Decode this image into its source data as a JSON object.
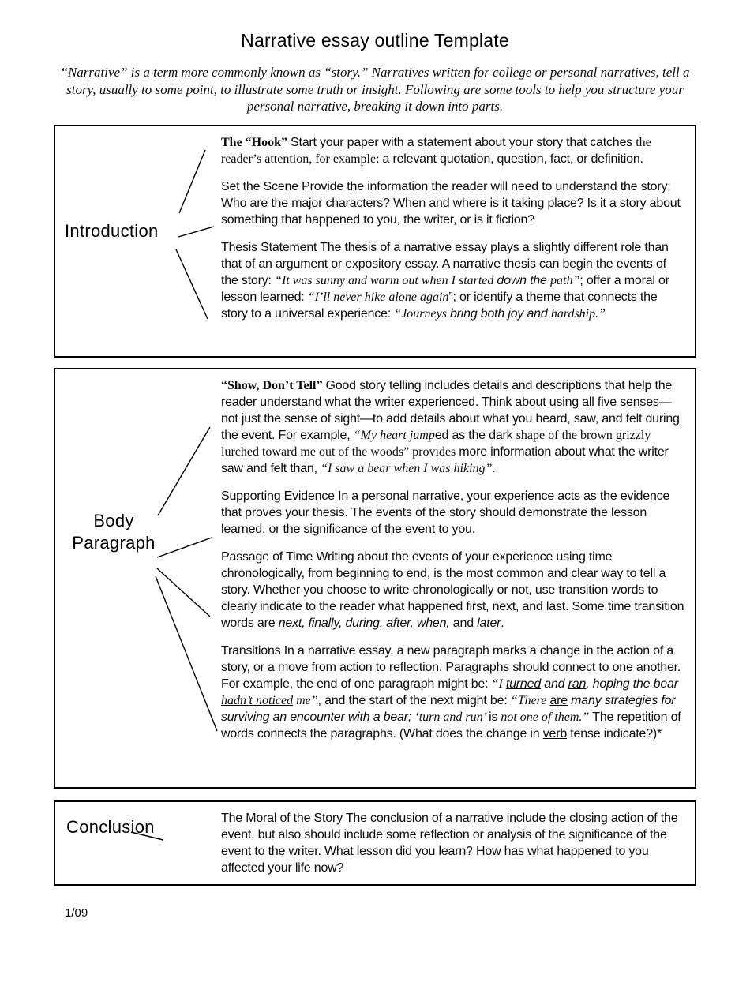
{
  "page": {
    "title": "Narrative essay outline Template",
    "intro": "“Narrative” is a term more commonly known as “story.” Narratives written for college or personal narratives, tell a story, usually to some point, to illustrate some truth or insight. Following are some tools to help you structure your personal narrative, breaking it down into parts.",
    "footer": "1/09"
  },
  "sections": [
    {
      "label": "Introduction",
      "paragraphs": [
        {
          "segments": [
            {
              "t": "The “Hook” ",
              "s": "b-serif"
            },
            {
              "t": "Start your paper with a statement about your story that catches ",
              "s": "sans"
            },
            {
              "t": "the reader’s attention, for example: ",
              "s": "serif"
            },
            {
              "t": "a relevant quotation, question, fact, or definition.",
              "s": "sans"
            }
          ]
        },
        {
          "segments": [
            {
              "t": "Set the Scene Provide the information the reader will need to understand the story: Who are the major characters? When and where is it taking place? Is it a story about something that happened to you, the writer, or is it fiction?",
              "s": "sans"
            }
          ]
        },
        {
          "segments": [
            {
              "t": "Thesis Statement  The thesis of a narrative essay plays a slightly different role than that of an argument or expository essay. A narrative thesis can begin the events of the story: ",
              "s": "sans"
            },
            {
              "t": "“It was sunny and warm out when I started ",
              "s": "i-serif"
            },
            {
              "t": "down the ",
              "s": "i-sans"
            },
            {
              "t": "path”",
              "s": "i-serif"
            },
            {
              "t": "; offer a moral or lesson learned: ",
              "s": "sans"
            },
            {
              "t": "“I’ll never hike alone again",
              "s": "i-serif"
            },
            {
              "t": "”; or identify a theme that connects the story to a universal experience: ",
              "s": "sans"
            },
            {
              "t": "“Journeys ",
              "s": "i-serif"
            },
            {
              "t": "bring both joy and ",
              "s": "i-sans"
            },
            {
              "t": "hardship.”",
              "s": "i-serif"
            }
          ]
        }
      ]
    },
    {
      "label": "Body Paragraph",
      "paragraphs": [
        {
          "segments": [
            {
              "t": "“Show, Don’t Tell” ",
              "s": "b-serif"
            },
            {
              "t": "Good story telling includes details and descriptions that help the reader understand what the writer experienced. Think about using all five senses—not just the sense of sight—to add details about what you heard, saw, and felt during the event. For example, ",
              "s": "sans"
            },
            {
              "t": "“My heart jump",
              "s": "i-serif"
            },
            {
              "t": "ed as the dark ",
              "s": "sans"
            },
            {
              "t": "shape of the brown grizzly lurched toward me out of the woods” provides ",
              "s": "serif"
            },
            {
              "t": "more information about what the writer saw and felt than, ",
              "s": "sans"
            },
            {
              "t": "“I saw a bear when I was hiking”",
              "s": "i-serif"
            },
            {
              "t": ".",
              "s": "sans"
            }
          ]
        },
        {
          "segments": [
            {
              "t": "Supporting Evidence In a personal narrative, your experience acts as the evidence that proves your thesis. The events of the story should demonstrate the lesson learned, or the significance of the event to you.",
              "s": "sans"
            }
          ]
        },
        {
          "segments": [
            {
              "t": "Passage of Time Writing about the events of your experience using time chronologically, from beginning to end, is the most common and clear way to tell a story. Whether you choose to write chronologically or not, use transition words to clearly indicate to the reader what happened first, next, and last. Some time transition words are ",
              "s": "sans"
            },
            {
              "t": "next, finally, during, after, when,",
              "s": "i-sans"
            },
            {
              "t": " and ",
              "s": "sans"
            },
            {
              "t": "later",
              "s": "i-sans"
            },
            {
              "t": ".",
              "s": "sans"
            }
          ]
        },
        {
          "segments": [
            {
              "t": "Transitions In a narrative essay, a new paragraph marks a change in the action of a story, or a move from action to reflection. Paragraphs should connect to one another. For example, the end of one paragraph might be: ",
              "s": "sans"
            },
            {
              "t": "“I ",
              "s": "i-serif"
            },
            {
              "t": "turned",
              "s": "iu-sans"
            },
            {
              "t": " and ",
              "s": "i-sans"
            },
            {
              "t": "ran",
              "s": "iu-sans"
            },
            {
              "t": ", hoping the bear ",
              "s": "i-sans"
            },
            {
              "t": "hadn’t noticed",
              "s": "iu-serif"
            },
            {
              "t": " me”",
              "s": "i-serif"
            },
            {
              "t": ", and the start of the next might be: ",
              "s": "sans"
            },
            {
              "t": "“There ",
              "s": "i-serif"
            },
            {
              "t": "are",
              "s": "u-sans"
            },
            {
              "t": " many strategies for surviving an encounter with a bear; ",
              "s": "i-sans"
            },
            {
              "t": "‘turn and run’ ",
              "s": "i-serif"
            },
            {
              "t": "is",
              "s": "u-sans"
            },
            {
              "t": " not one of them.”",
              "s": "i-serif"
            },
            {
              "t": " The repetition of words connects the paragraphs. (What does the change in ",
              "s": "sans"
            },
            {
              "t": "verb",
              "s": "u-sans"
            },
            {
              "t": " tense indicate?)*",
              "s": "sans"
            }
          ]
        }
      ]
    },
    {
      "label": "Conclusion",
      "paragraphs": [
        {
          "segments": [
            {
              "t": "The Moral of the Story The conclusion of a narrative include the closing action of the event, but also should include some reflection or analysis of the significance of the event to the writer. What lesson did you learn? How has what happened to you affected your life now?",
              "s": "sans"
            }
          ]
        }
      ]
    }
  ]
}
